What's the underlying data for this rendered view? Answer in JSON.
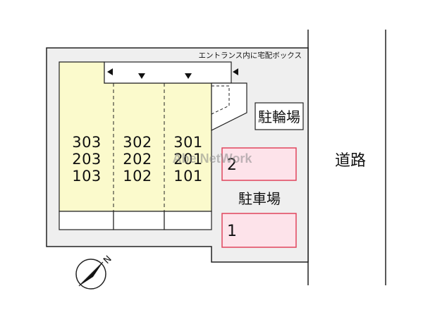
{
  "entrance_note": "エントランス内に宅配ボックス",
  "bicycle_parking_label": "駐輪場",
  "parking_label": "駐車場",
  "road_label": "道路",
  "watermark": "Abe NetWork",
  "north_label": "N",
  "units": {
    "col1": [
      "303",
      "203",
      "103"
    ],
    "col2": [
      "302",
      "202",
      "102"
    ],
    "col3": [
      "301",
      "201",
      "101"
    ]
  },
  "parking_spaces": [
    "2",
    "1"
  ],
  "colors": {
    "site_fill": "#efefef",
    "building_fill": "#fbfacc",
    "parking_fill": "#fde3ea",
    "parking_stroke": "#e0455c"
  }
}
